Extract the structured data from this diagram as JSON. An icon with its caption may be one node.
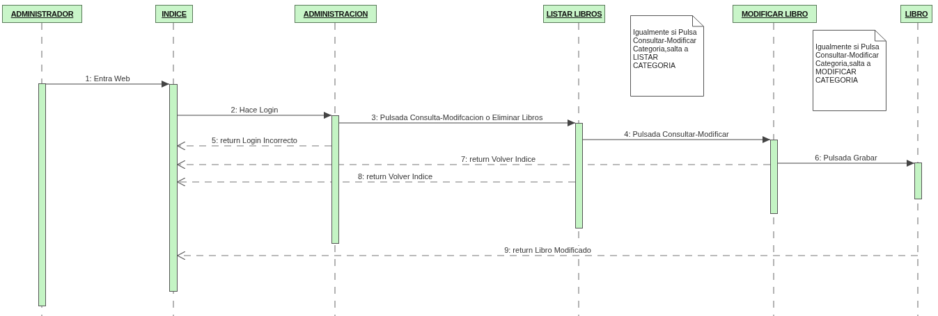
{
  "diagram": {
    "nodes": [
      {
        "text": [
          "ADMINISTRADOR"
        ]
      },
      {
        "text": [
          "INDICE"
        ]
      },
      {
        "text": [
          "ADMINISTRACION"
        ]
      },
      {
        "text": [
          "LISTAR LIBROS"
        ]
      },
      {
        "text": [
          "MODIFICAR LIBRO"
        ]
      },
      {
        "text": [
          "LIBRO"
        ]
      },
      {
        "text": [
          "Igualmente si Pulsa Consultar-Modificar Categoria,salta a LISTAR CATEGORIA"
        ]
      },
      {
        "text": [
          "Igualmente si Pulsa Consultar-Modificar Categoria,salta a MODIFICAR CATEGORIA"
        ]
      },
      {
        "text": [],
        "shape": "bar"
      },
      {
        "text": [],
        "shape": "bar"
      },
      {
        "text": [],
        "shape": "bar"
      },
      {
        "text": [],
        "shape": "bar"
      },
      {
        "text": [],
        "shape": "bar"
      },
      {
        "text": [],
        "shape": "bar"
      }
    ],
    "edges": [
      {
        "from": 8,
        "to": 9,
        "arrow": "to",
        "label": "1: Entra Web"
      },
      {
        "from": 9,
        "to": 10,
        "arrow": "to",
        "label": "2: Hace Login"
      },
      {
        "from": 10,
        "to": 11,
        "arrow": "to",
        "label": "3: Pulsada Consulta-Modifcacion o Eliminar Libros"
      },
      {
        "from": 11,
        "to": 12,
        "arrow": "to",
        "label": "4: Pulsada Consultar-Modificar"
      },
      {
        "from": 10,
        "to": 9,
        "arrow": "to",
        "label": "5: return Login Incorrecto",
        "style": "dashed"
      },
      {
        "from": 12,
        "to": 13,
        "arrow": "to",
        "label": "6: Pulsada Grabar"
      },
      {
        "from": 12,
        "to": 9,
        "arrow": "to",
        "label": "7: return Volver Indice",
        "style": "dashed"
      },
      {
        "from": 11,
        "to": 9,
        "arrow": "to",
        "label": "8: return Volver Indice",
        "style": "dashed"
      },
      {
        "from": null,
        "to": 9,
        "arrow": "to",
        "label": "9: return Libro Modificado",
        "style": "dashed"
      }
    ]
  }
}
